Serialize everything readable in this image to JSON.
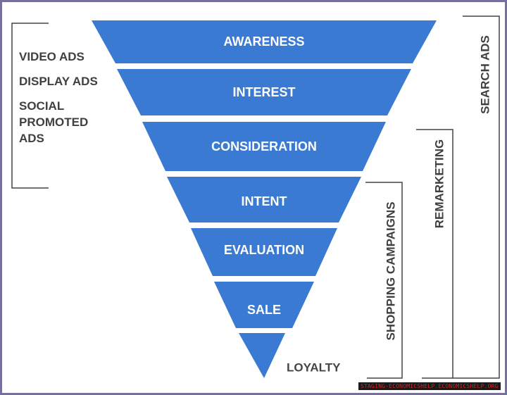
{
  "funnel": {
    "fill_color": "#3a7ad2",
    "stages": [
      "AWARENESS",
      "INTEREST",
      "CONSIDERATION",
      "INTENT",
      "EVALUATION",
      "SALE"
    ],
    "tip_label": "LOYALTY"
  },
  "left_bracket": {
    "items": [
      "VIDEO ADS",
      "DISPLAY ADS",
      "SOCIAL\nPROMOTED\nADS"
    ]
  },
  "right_brackets": {
    "search_ads": "SEARCH ADS",
    "remarketing": "REMARKETING",
    "shopping_campaigns": "SHOPPING CAMPAIGNS"
  },
  "watermark": "STAGING-ECONOMICSHELP.ECONOMICSHELP.ORG",
  "colors": {
    "frame": "#75719c",
    "text": "#404040",
    "watermark_text": "#d42020"
  }
}
